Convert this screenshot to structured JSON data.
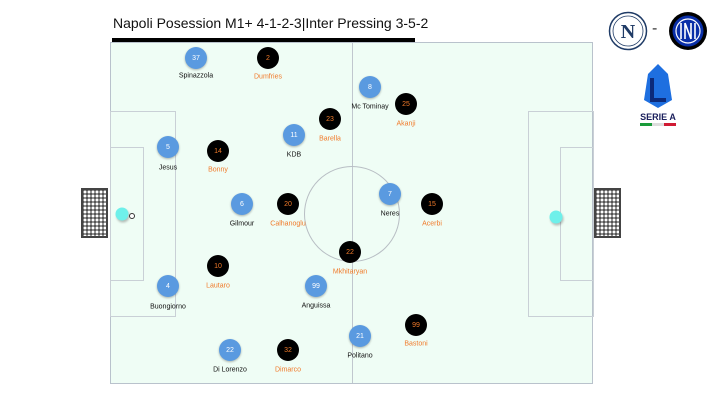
{
  "header": {
    "title": "Napoli Posession M1+ 4-1-2-3|Inter Pressing 3-5-2"
  },
  "logos": {
    "home": "N",
    "separator": "-",
    "away": "IM",
    "league": "SERIE A"
  },
  "colors": {
    "napoli": "#5a9ae0",
    "inter": "#000000",
    "inter_text": "#f07a2a",
    "goalkeeper": "#6ef0ea",
    "pitch": "#effdf5"
  },
  "napoli": [
    {
      "number": "37",
      "name": "Spinazzola"
    },
    {
      "number": "5",
      "name": "Jesus"
    },
    {
      "number": "6",
      "name": "Gilmour"
    },
    {
      "number": "4",
      "name": "Buongiorno"
    },
    {
      "number": "22",
      "name": "Di Lorenzo"
    },
    {
      "number": "11",
      "name": "KDB"
    },
    {
      "number": "99",
      "name": "Anguissa"
    },
    {
      "number": "8",
      "name": "Mc Tominay"
    },
    {
      "number": "7",
      "name": "Neres"
    },
    {
      "number": "21",
      "name": "Politano"
    }
  ],
  "inter": [
    {
      "number": "2",
      "name": "Dumfries"
    },
    {
      "number": "14",
      "name": "Bonny"
    },
    {
      "number": "20",
      "name": "Calhanoglu"
    },
    {
      "number": "10",
      "name": "Lautaro"
    },
    {
      "number": "32",
      "name": "Dimarco"
    },
    {
      "number": "23",
      "name": "Barella"
    },
    {
      "number": "22",
      "name": "Mkhitaryan"
    },
    {
      "number": "25",
      "name": "Akanji"
    },
    {
      "number": "15",
      "name": "Acerbi"
    },
    {
      "number": "99",
      "name": "Bastoni"
    }
  ]
}
